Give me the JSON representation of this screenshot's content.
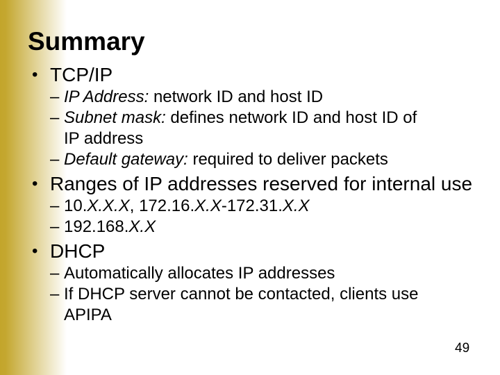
{
  "slide": {
    "title": "Summary",
    "page_number": "49",
    "bullet_char": "•",
    "dash_char": "–",
    "accent_color": "#C3A52B",
    "background_color": "#FFFFFF",
    "text_color": "#000000",
    "blocks": [
      {
        "heading": "TCP/IP",
        "items": [
          {
            "lines": [
              {
                "segs": [
                  {
                    "t": "IP Address:",
                    "i": true
                  },
                  {
                    "t": " network ID and host ID",
                    "i": false
                  }
                ]
              }
            ]
          },
          {
            "lines": [
              {
                "segs": [
                  {
                    "t": "Subnet mask:",
                    "i": true
                  },
                  {
                    "t": " defines network ID and host ID of",
                    "i": false
                  }
                ]
              },
              {
                "segs": [
                  {
                    "t": "IP address",
                    "i": false
                  }
                ]
              }
            ]
          },
          {
            "lines": [
              {
                "segs": [
                  {
                    "t": "Default gateway:",
                    "i": true
                  },
                  {
                    "t": " required to deliver packets",
                    "i": false
                  }
                ]
              }
            ]
          }
        ]
      },
      {
        "heading": "Ranges of IP addresses reserved for internal use",
        "items": [
          {
            "lines": [
              {
                "segs": [
                  {
                    "t": "10.",
                    "i": false
                  },
                  {
                    "t": "X.X.X",
                    "i": true
                  },
                  {
                    "t": ", 172.16.",
                    "i": false
                  },
                  {
                    "t": "X.X",
                    "i": true
                  },
                  {
                    "t": "-172.31.",
                    "i": false
                  },
                  {
                    "t": "X.X",
                    "i": true
                  }
                ]
              }
            ]
          },
          {
            "lines": [
              {
                "segs": [
                  {
                    "t": "192.168.",
                    "i": false
                  },
                  {
                    "t": "X.X",
                    "i": true
                  }
                ]
              }
            ]
          }
        ]
      },
      {
        "heading": "DHCP",
        "items": [
          {
            "lines": [
              {
                "segs": [
                  {
                    "t": "Automatically allocates IP addresses",
                    "i": false
                  }
                ]
              }
            ]
          },
          {
            "lines": [
              {
                "segs": [
                  {
                    "t": "If DHCP server cannot be contacted, clients use",
                    "i": false
                  }
                ]
              },
              {
                "segs": [
                  {
                    "t": "APIPA",
                    "i": false
                  }
                ]
              }
            ]
          }
        ]
      }
    ]
  }
}
